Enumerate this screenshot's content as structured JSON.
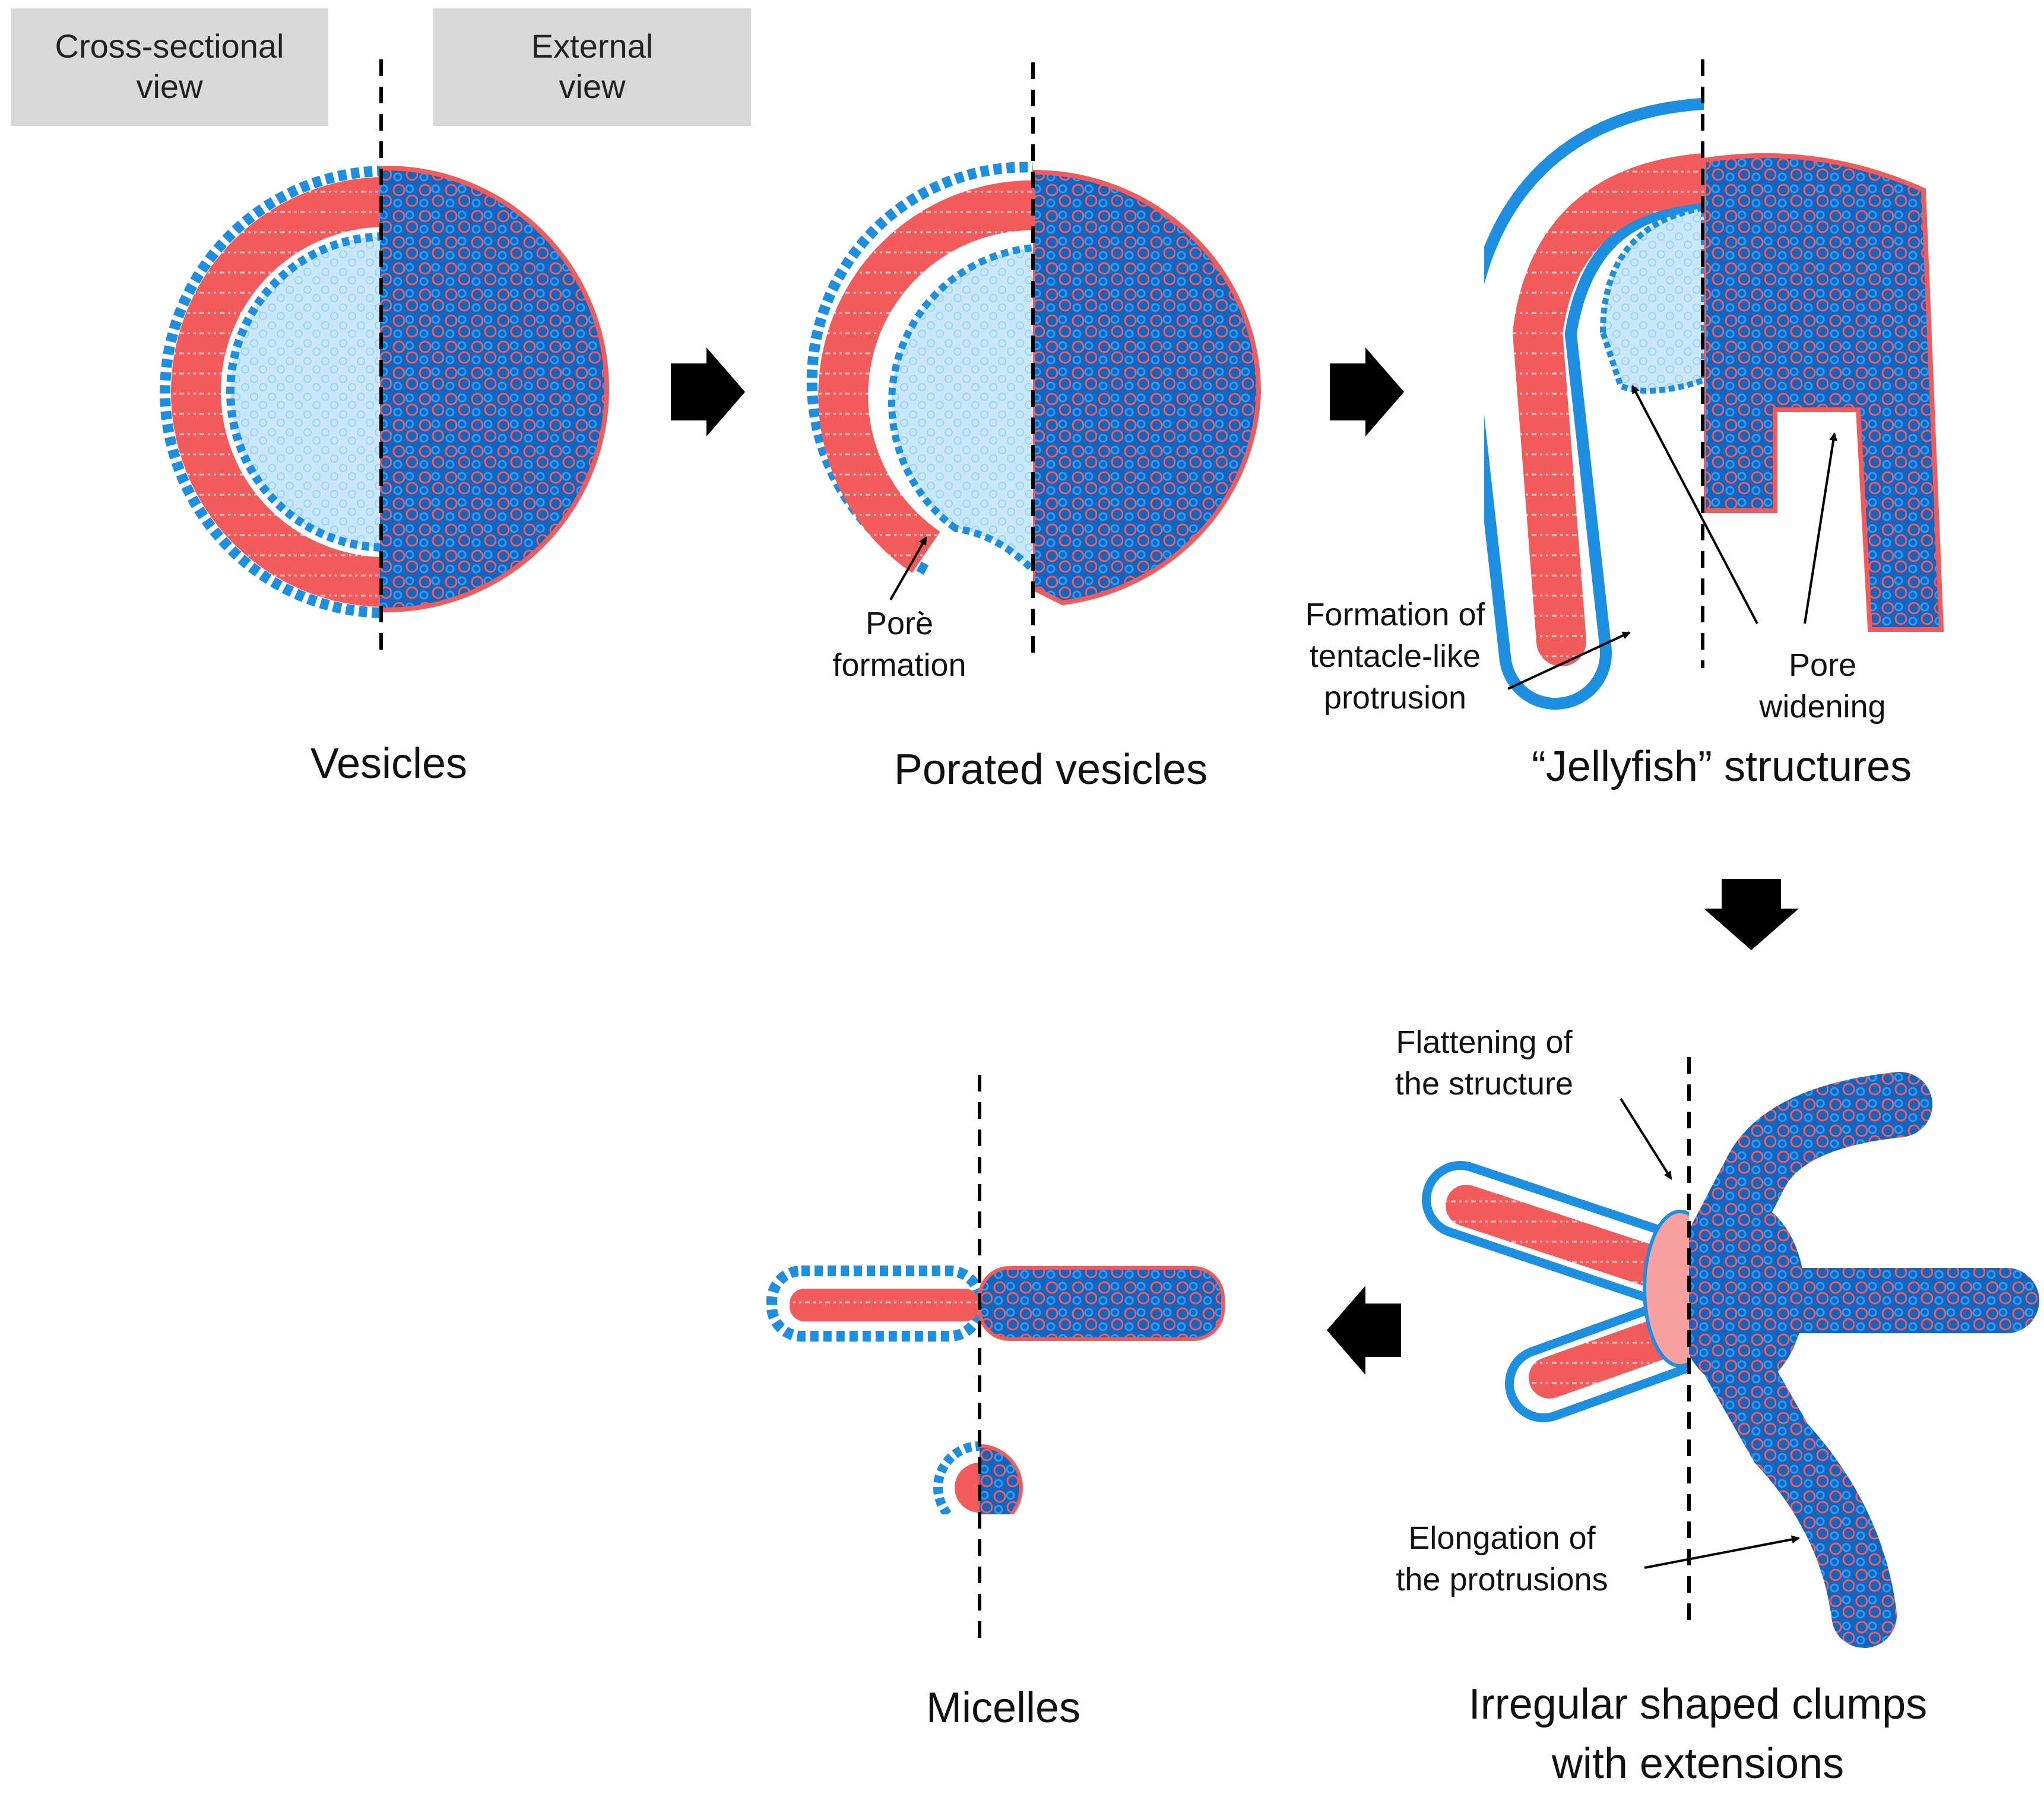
{
  "view_labels": {
    "cross_section_line1": "Cross-sectional",
    "cross_section_line2": "view",
    "external_line1": "External",
    "external_line2": "view"
  },
  "stages": {
    "vesicles": "Vesicles",
    "porated": "Porated vesicles",
    "jellyfish": "“Jellyfish” structures",
    "clumps_line1": "Irregular shaped clumps",
    "clumps_line2": "with extensions",
    "micelles": "Micelles"
  },
  "annotations": {
    "pore_formation_line1": "Pore",
    "pore_formation_line2": "formation",
    "tentacle_line1": "Formation of",
    "tentacle_line2": "tentacle-like",
    "tentacle_line3": "protrusion",
    "pore_widening_line1": "Pore",
    "pore_widening_line2": "widening",
    "flattening_line1": "Flattening of",
    "flattening_line2": "the structure",
    "elongation_line1": "Elongation of",
    "elongation_line2": "the protrusions"
  },
  "colors": {
    "lipid_red": "#f25b5b",
    "lipid_blue": "#1a7fd0",
    "core_light_blue": "#bfe3f7",
    "outline_blue": "#1d8fe0",
    "arrow_black": "#000000",
    "box_gray": "#d9d9d9"
  }
}
